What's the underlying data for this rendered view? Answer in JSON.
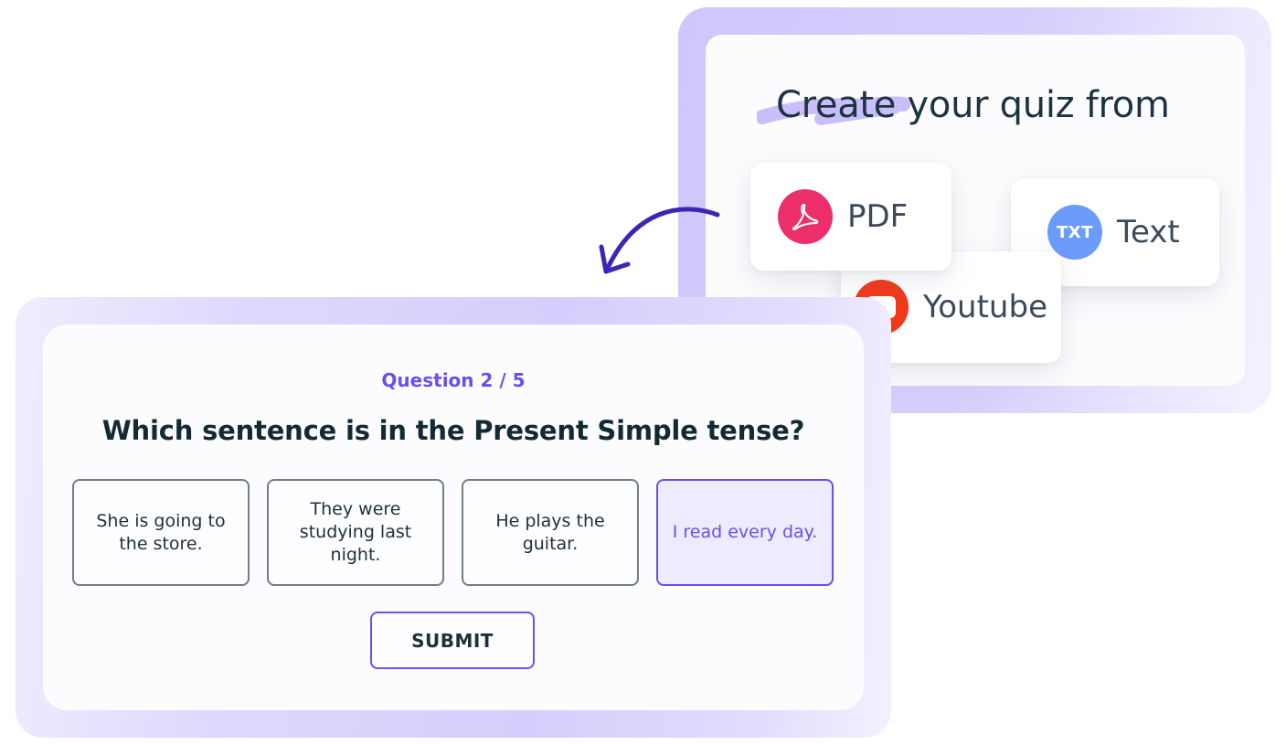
{
  "sources_panel": {
    "title": "Create your quiz from",
    "highlight_color": "#c9bdfa",
    "frame_color": "#d3cafc",
    "options": [
      {
        "label": "PDF",
        "icon": "pdf-acrobat-icon",
        "icon_color": "#ec2f6a"
      },
      {
        "label": "Text",
        "icon": "txt-icon",
        "icon_text": "TXT",
        "icon_color": "#6b9cfb"
      },
      {
        "label": "Youtube",
        "icon": "youtube-play-icon",
        "icon_color": "#f0381b"
      }
    ]
  },
  "arrow": {
    "icon": "curved-arrow-icon",
    "color": "#3d25b5"
  },
  "quiz": {
    "counter": "Question 2 / 5",
    "current_question": 2,
    "total_questions": 5,
    "question": "Which sentence is in the Present Simple tense?",
    "options": [
      {
        "text": "She is going to the store.",
        "selected": false
      },
      {
        "text": "They were studying last night.",
        "selected": false
      },
      {
        "text": "He plays the guitar.",
        "selected": false
      },
      {
        "text": "I read every day.",
        "selected": true
      }
    ],
    "submit_label": "SUBMIT",
    "accent_color": "#6a4ef0",
    "text_color": "#142a33"
  }
}
